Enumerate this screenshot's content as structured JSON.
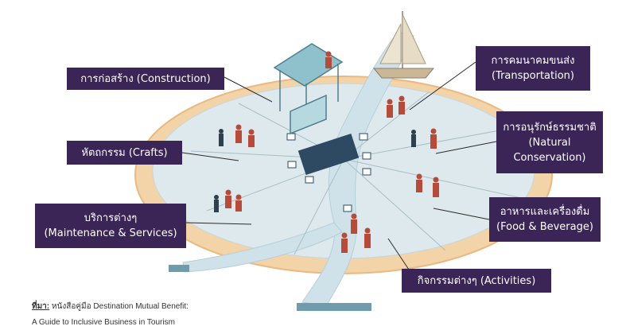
{
  "diagram": {
    "center_sign": "",
    "ring_text": "",
    "river_tag_left": "",
    "river_tag_bottom": "",
    "sail_caption": "",
    "labels": {
      "construction": "การก่อสร้าง (Construction)",
      "transport_th": "การคมนาคมขนส่ง",
      "transport_en": "(Transportation)",
      "conservation_th": "การอนุรักษ์ธรรมชาติ",
      "conservation_en1": "(Natural",
      "conservation_en2": "Conservation)",
      "crafts": "หัตถกรรม (Crafts)",
      "services_th": "บริการต่างๆ",
      "services_en": "(Maintenance & Services)",
      "food_th": "อาหารและเครื่องดื่ม",
      "food_en": "(Food & Beverage)",
      "activities": "กิจกรรมต่างๆ (Activities)"
    }
  },
  "caption": {
    "prefix": "ที่มา:",
    "line1": "หนังสือคู่มือ Destination Mutual Benefit:",
    "line2": "A Guide to Inclusive Business in Tourism"
  }
}
